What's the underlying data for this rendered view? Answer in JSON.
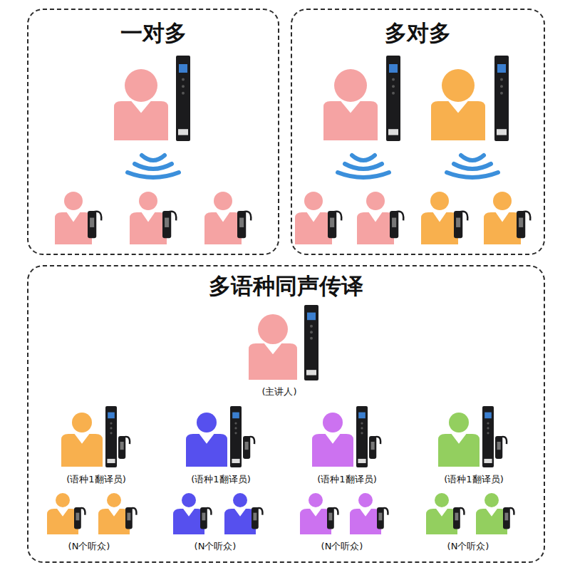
{
  "diagram": {
    "nodes": [
      {
        "text": [
          "一对多"
        ]
      },
      {
        "text": [
          "多对多"
        ]
      },
      {
        "text": [
          "多语种同声传译"
        ]
      }
    ],
    "labels": [
      "(主讲人)",
      "(语种1翻译员)",
      "(语种1翻译员)",
      "(语种1翻译员)",
      "(语种1翻译员)",
      "(N个听众)",
      "(N个听众)",
      "(N个听众)",
      "(N个听众)"
    ]
  }
}
